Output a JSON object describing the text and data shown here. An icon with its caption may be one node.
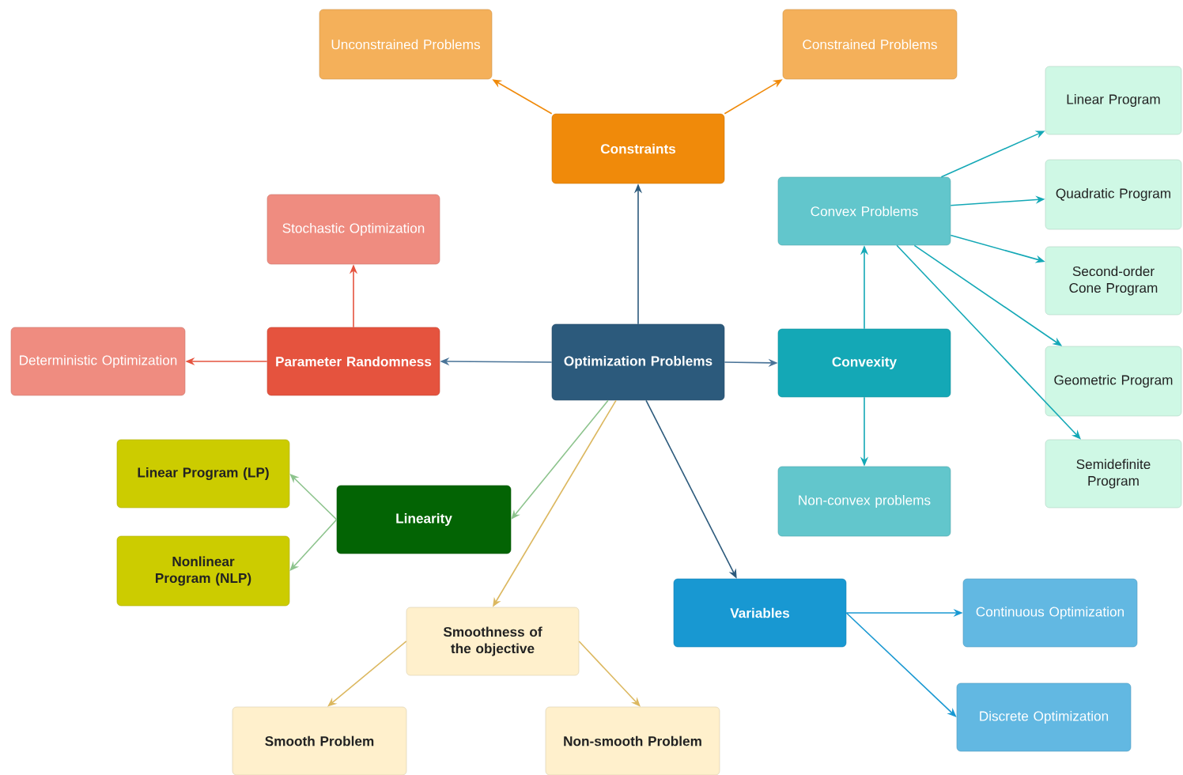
{
  "diagram": {
    "nodes": [
      {
        "text": [
          "Optimization Problems"
        ]
      },
      {
        "text": [
          "Constraints"
        ]
      },
      {
        "text": [
          "Unconstrained Problems"
        ]
      },
      {
        "text": [
          "Constrained Problems"
        ]
      },
      {
        "text": [
          "Parameter Randomness"
        ]
      },
      {
        "text": [
          "Stochastic Optimization"
        ]
      },
      {
        "text": [
          "Deterministic Optimization"
        ]
      },
      {
        "text": [
          "Convexity"
        ]
      },
      {
        "text": [
          "Convex Problems"
        ]
      },
      {
        "text": [
          "Non-convex problems"
        ]
      },
      {
        "text": [
          "Linear Program"
        ]
      },
      {
        "text": [
          "Quadratic Program"
        ]
      },
      {
        "text": [
          "Second-order Cone Program"
        ]
      },
      {
        "text": [
          "Geometric Program"
        ]
      },
      {
        "text": [
          "Semidefinite Program"
        ]
      },
      {
        "text": [
          "Linearity"
        ]
      },
      {
        "text": [
          "Linear Program (LP)"
        ]
      },
      {
        "text": [
          "Nonlinear Program (NLP)"
        ]
      },
      {
        "text": [
          "Smoothness of the objective"
        ]
      },
      {
        "text": [
          "Smooth Problem"
        ]
      },
      {
        "text": [
          "Non-smooth Problem"
        ]
      },
      {
        "text": [
          "Variables"
        ]
      },
      {
        "text": [
          "Continuous Optimization"
        ]
      },
      {
        "text": [
          "Discrete Optimization"
        ]
      }
    ],
    "edges": [
      {
        "from": 0,
        "to": 1,
        "arrow": "to",
        "color": "#2c5a7c"
      },
      {
        "from": 1,
        "to": 2,
        "arrow": "to",
        "color": "#f08a0a"
      },
      {
        "from": 1,
        "to": 3,
        "arrow": "to",
        "color": "#f08a0a"
      },
      {
        "from": 0,
        "to": 4,
        "arrow": "to",
        "color": "#4a7498"
      },
      {
        "from": 4,
        "to": 5,
        "arrow": "to",
        "color": "#e5533e"
      },
      {
        "from": 4,
        "to": 6,
        "arrow": "to",
        "color": "#e5533e"
      },
      {
        "from": 0,
        "to": 7,
        "arrow": "to",
        "color": "#4a7498"
      },
      {
        "from": 7,
        "to": 8,
        "arrow": "to",
        "color": "#14a8b6"
      },
      {
        "from": 7,
        "to": 9,
        "arrow": "to",
        "color": "#14a8b6"
      },
      {
        "from": 8,
        "to": 10,
        "arrow": "to",
        "color": "#14a8b6"
      },
      {
        "from": 8,
        "to": 11,
        "arrow": "to",
        "color": "#14a8b6"
      },
      {
        "from": 8,
        "to": 12,
        "arrow": "to",
        "color": "#14a8b6"
      },
      {
        "from": 8,
        "to": 13,
        "arrow": "to",
        "color": "#14a8b6"
      },
      {
        "from": 8,
        "to": 14,
        "arrow": "to",
        "color": "#14a8b6"
      },
      {
        "from": 0,
        "to": 15,
        "arrow": "to",
        "color": "#8cc38c"
      },
      {
        "from": 15,
        "to": 16,
        "arrow": "to",
        "color": "#8cc38c"
      },
      {
        "from": 15,
        "to": 17,
        "arrow": "to",
        "color": "#8cc38c"
      },
      {
        "from": 0,
        "to": 18,
        "arrow": "to",
        "color": "#dcb860"
      },
      {
        "from": 18,
        "to": 19,
        "arrow": "to",
        "color": "#dcb860"
      },
      {
        "from": 18,
        "to": 20,
        "arrow": "to",
        "color": "#dcb860"
      },
      {
        "from": 0,
        "to": 21,
        "arrow": "to",
        "color": "#2c5a7c"
      },
      {
        "from": 21,
        "to": 22,
        "arrow": "to",
        "color": "#1898d2"
      },
      {
        "from": 21,
        "to": 23,
        "arrow": "to",
        "color": "#1898d2"
      }
    ]
  }
}
